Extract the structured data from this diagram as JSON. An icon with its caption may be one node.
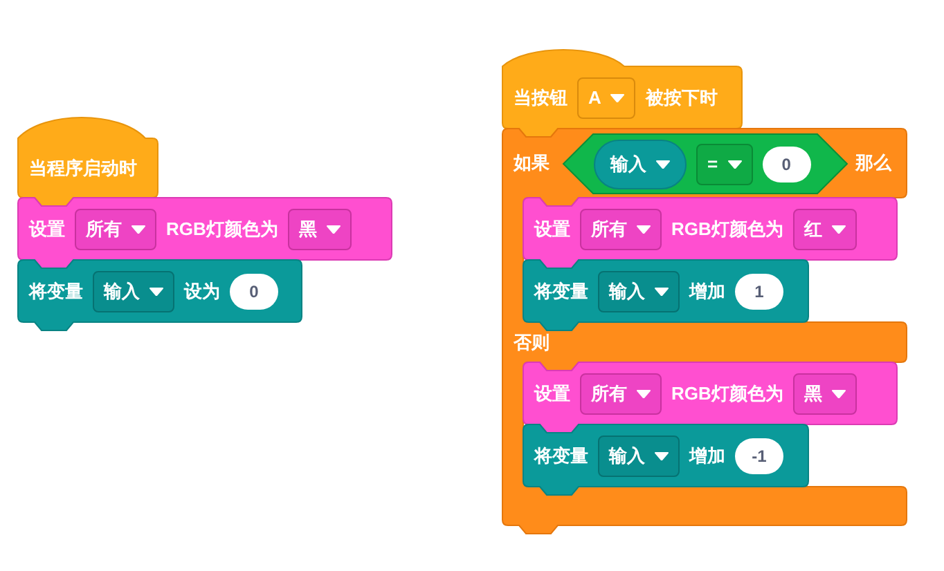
{
  "diagram": {
    "nodes": [
      {
        "text": [
          "当程序启动时"
        ]
      },
      {
        "text": [
          "设置",
          "RGB灯颜色为"
        ]
      },
      {
        "text": [
          "所有"
        ],
        "in": 1
      },
      {
        "text": [
          "黑"
        ],
        "in": 1
      },
      {
        "text": [
          "将变量",
          "设为"
        ]
      },
      {
        "text": [
          "输入"
        ],
        "in": 4
      },
      {
        "text": [
          "0"
        ],
        "in": 4
      },
      {
        "text": [
          "当按钮",
          "被按下时"
        ]
      },
      {
        "text": [
          "A"
        ],
        "in": 7
      },
      {
        "text": [
          "如果",
          "那么",
          "否则"
        ]
      },
      {
        "text": [],
        "shape": "hexagon",
        "in": 9
      },
      {
        "text": [
          "输入"
        ],
        "in": 10
      },
      {
        "text": [
          "="
        ],
        "in": 10
      },
      {
        "text": [
          "0"
        ],
        "in": 10
      },
      {
        "text": [
          "设置",
          "RGB灯颜色为"
        ],
        "in": 9
      },
      {
        "text": [
          "所有"
        ],
        "in": 14
      },
      {
        "text": [
          "红"
        ],
        "in": 14
      },
      {
        "text": [
          "将变量",
          "增加"
        ],
        "in": 9
      },
      {
        "text": [
          "输入"
        ],
        "in": 17
      },
      {
        "text": [
          "1"
        ],
        "in": 17
      },
      {
        "text": [
          "设置",
          "RGB灯颜色为"
        ],
        "in": 9
      },
      {
        "text": [
          "所有"
        ],
        "in": 20
      },
      {
        "text": [
          "黑"
        ],
        "in": 20
      },
      {
        "text": [
          "将变量",
          "增加"
        ],
        "in": 9
      },
      {
        "text": [
          "输入"
        ],
        "in": 23
      },
      {
        "text": [
          "-1"
        ],
        "in": 23
      }
    ]
  }
}
